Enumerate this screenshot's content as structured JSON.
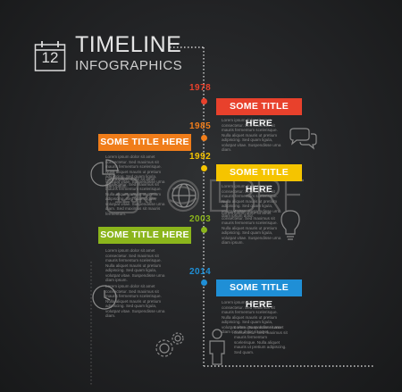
{
  "header": {
    "calendar_number": "12",
    "title": "TIMELINE",
    "subtitle": "INFOGRAPHICS"
  },
  "events": [
    {
      "year": "1978",
      "title": "SOME TITLE HERE",
      "color": "#e8412c",
      "side": "right",
      "text": "Lorem ipsum dolor sit amet consectetur. Sed maximus sit mauris fermentum scelerisque. Nulla aliquet mauris ut pretium adipiscing. Sed quam ligula, volutpat vitae. Suspendisse urna diam."
    },
    {
      "year": "1985",
      "title": "SOME TITLE HERE",
      "color": "#f07d1a",
      "side": "left",
      "text": "Lorem ipsum dolor sit amet consectetur. Sed maximus sit mauris fermentum scelerisque. Nulla aliquet mauris ut pretium adipiscing. Sed quam ligula, volutpat vitae. Suspendisse urna diam ipsum."
    },
    {
      "year": "1992",
      "title": "SOME TITLE HERE",
      "color": "#f5c400",
      "side": "right",
      "text": "Lorem ipsum dolor sit amet consectetur. Sed maximus sit mauris fermentum scelerisque. Nulla aliquet mauris ut pretium adipiscing. Sed quam ligula, volutpat vitae. Suspendisse urna diam ipsum dolor."
    },
    {
      "year": "2003",
      "title": "SOME TITLE HERE",
      "color": "#8bb51c",
      "side": "left",
      "text": "Lorem ipsum dolor sit amet consectetur. Sed maximus sit mauris fermentum scelerisque. Nulla aliquet mauris ut pretium adipiscing. Sed quam ligula, volutpat vitae. Suspendisse urna diam ipsum."
    },
    {
      "year": "2014",
      "title": "SOME TITLE HERE",
      "color": "#1f8fd6",
      "side": "right",
      "text": "Lorem ipsum dolor sit amet consectetur. Sed maximus sit mauris fermentum scelerisque. Nulla aliquet mauris ut pretium adipiscing. Sed quam ligula, volutpat vitae. Suspendisse urna diam ipsum dolor sit amet."
    }
  ],
  "extra_text": {
    "left_1985": "Lorem ipsum dolor sit amet consectetur. Sed maximus sit mauris fermentum scelerisque. Nulla aliquet mauris ut pretium adipiscing. Sed quam ligula, volutpat vitae nisl.",
    "left_1992": "Lorem ipsum dolor sit amet consectetur. Sed maximus sit mauris fermentum scelerisque. Nulla aliquet mauris ut pretium adipiscing. Sed quam ligula, volutpat vitae. Suspendisse urna diam. Sed maximus sit mauris fermentum.",
    "right_2003": "Lorem ipsum dolor sit amet consectetur. Sed maximus sit mauris fermentum scelerisque. Nulla aliquet mauris ut pretium adipiscing. Sed quam ligula, volutpat vitae. Suspendisse urna diam ipsum.",
    "left_2014": "Lorem ipsum dolor sit amet consectetur. Sed maximus sit mauris fermentum scelerisque. Nulla aliquet mauris ut pretium adipiscing. Sed quam ligula, volutpat vitae. Suspendisse urna diam.",
    "right_end": "Lorem ipsum dolor sit amet consectetur. Sed maximus sit mauris fermentum scelerisque. Nulla aliquet mauris ut pretium adipiscing. Sed quam."
  },
  "icons": [
    "calendar-icon",
    "speech-bubbles-icon",
    "pie-chart-icon",
    "globe-icon",
    "lightbulb-icon",
    "clock-icon",
    "gears-icon",
    "person-icon"
  ],
  "colors": {
    "background": "#222325",
    "line": "#d0d0d0",
    "text": "#8a8a8a",
    "watermark": "#6a6a6a"
  },
  "watermark": "123RF"
}
